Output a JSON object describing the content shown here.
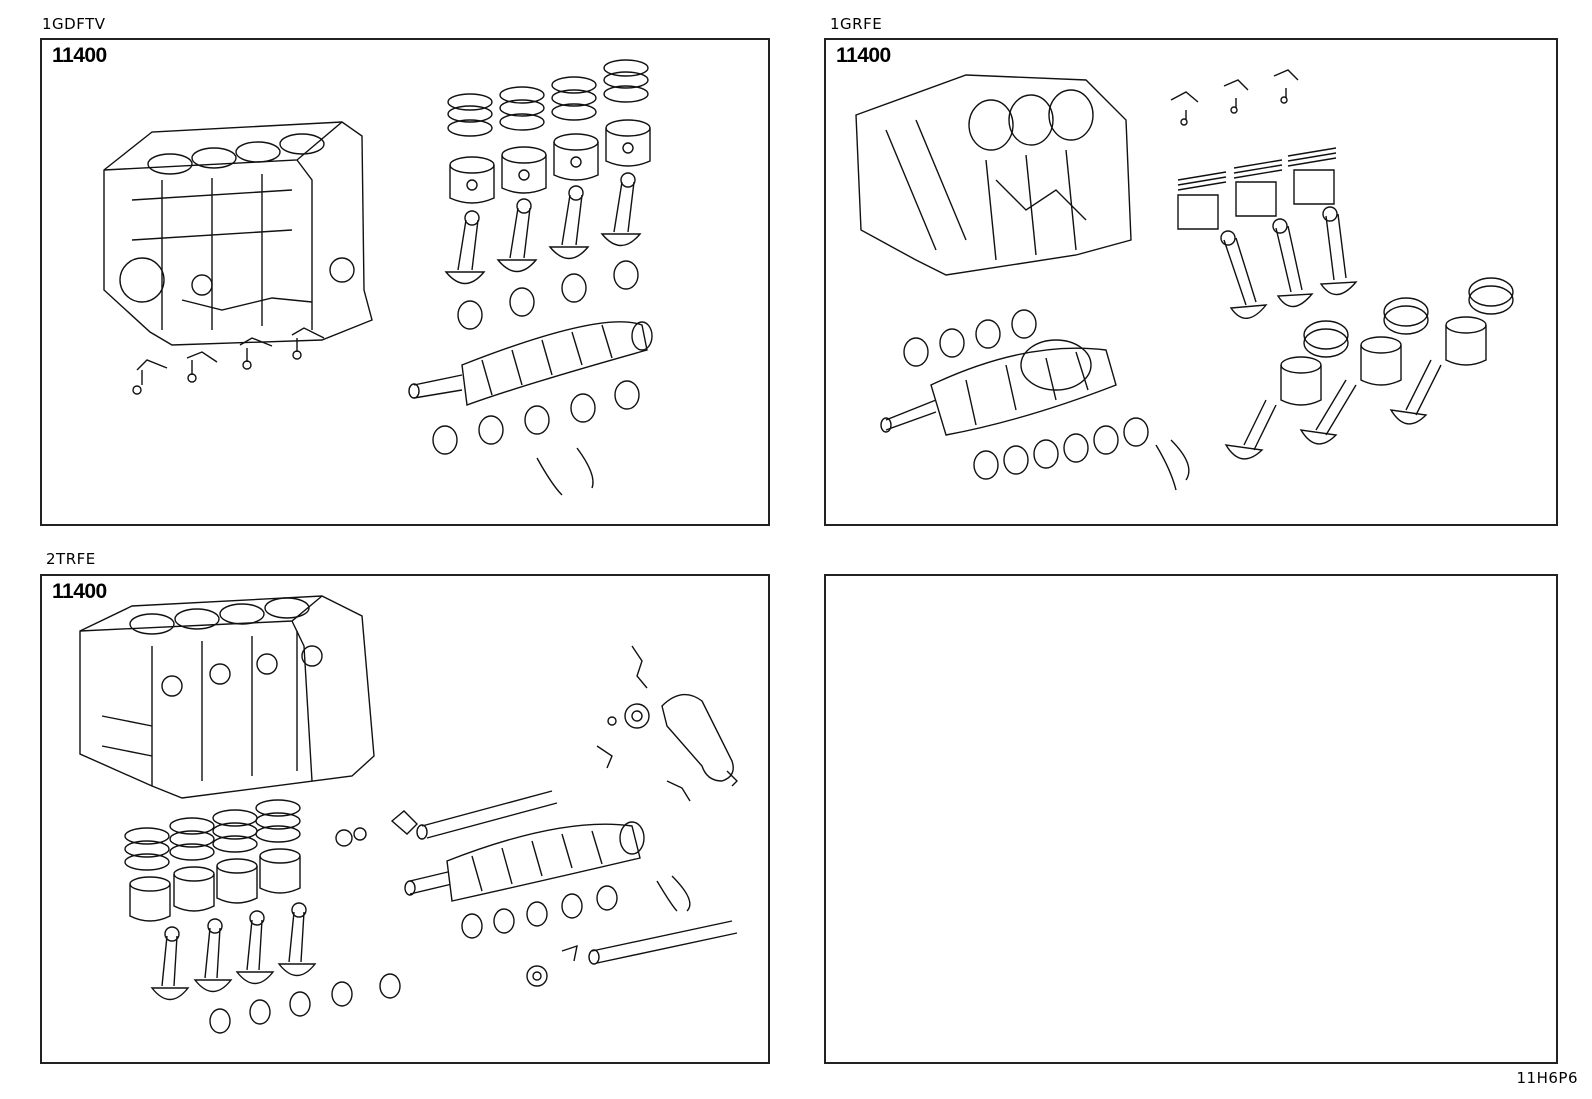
{
  "panels": [
    {
      "engine": "1GDFTV",
      "part_code": "11400"
    },
    {
      "engine": "1GRFE",
      "part_code": "11400"
    },
    {
      "engine": "2TRFE",
      "part_code": "11400"
    },
    {
      "engine": "",
      "part_code": ""
    }
  ],
  "illustration_code": "11H6P6"
}
